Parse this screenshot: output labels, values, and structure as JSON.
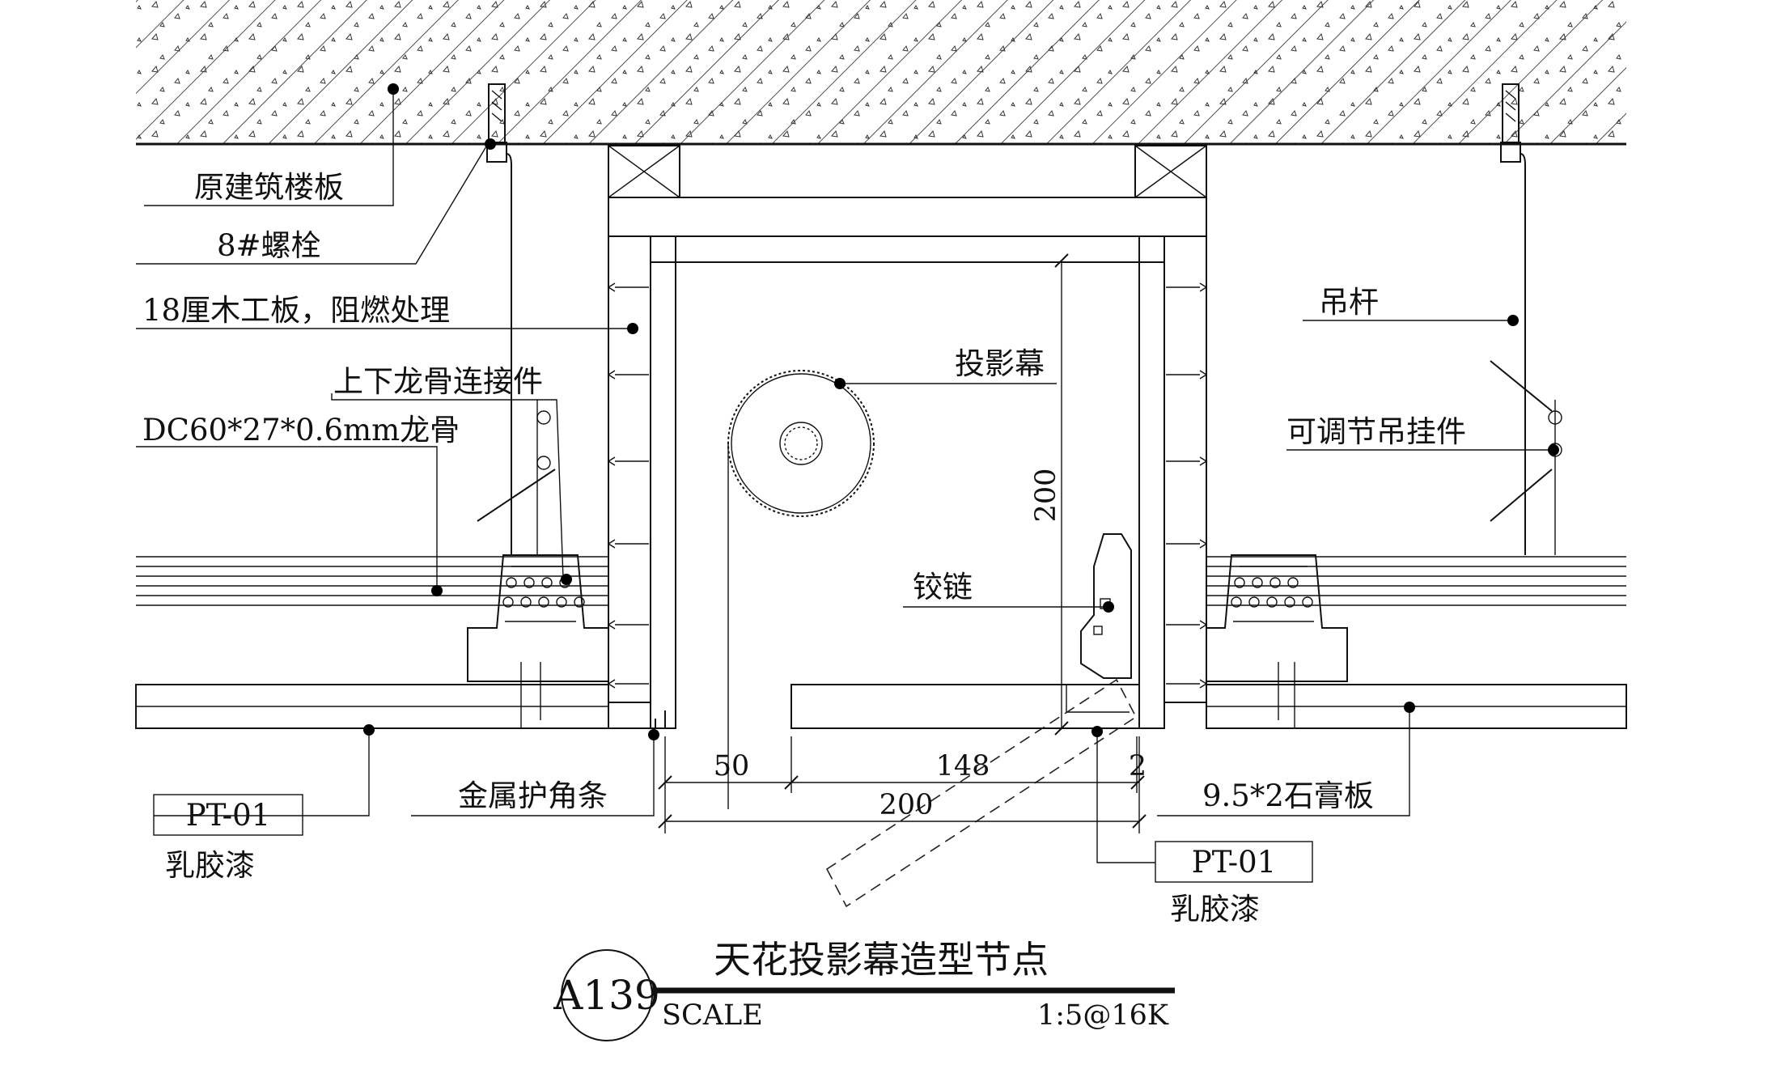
{
  "labels": {
    "floor_slab": "原建筑楼板",
    "bolt": "8#螺栓",
    "plywood": "18厘木工板，阻燃处理",
    "connector": "上下龙骨连接件",
    "keel": "DC60*27*0.6mm龙骨",
    "hanger_rod": "吊杆",
    "adjustable_hanger": "可调节吊挂件",
    "projection_screen": "投影幕",
    "hinge": "铰链",
    "corner_bead": "金属护角条",
    "gypsum_board": "9.5*2石膏板",
    "finish_code_left": "PT-01",
    "finish_name_left": "乳胶漆",
    "finish_code_right": "PT-01",
    "finish_name_right": "乳胶漆"
  },
  "dimensions": {
    "d50": "50",
    "d148": "148",
    "d2": "2",
    "d200_horizontal": "200",
    "d200_vertical": "200"
  },
  "title_block": {
    "drawing_no": "A139",
    "title": "天花投影幕造型节点",
    "scale_label": "SCALE",
    "scale_value": "1:5@16K"
  },
  "colors": {
    "line": "#111111",
    "background": "#ffffff"
  }
}
